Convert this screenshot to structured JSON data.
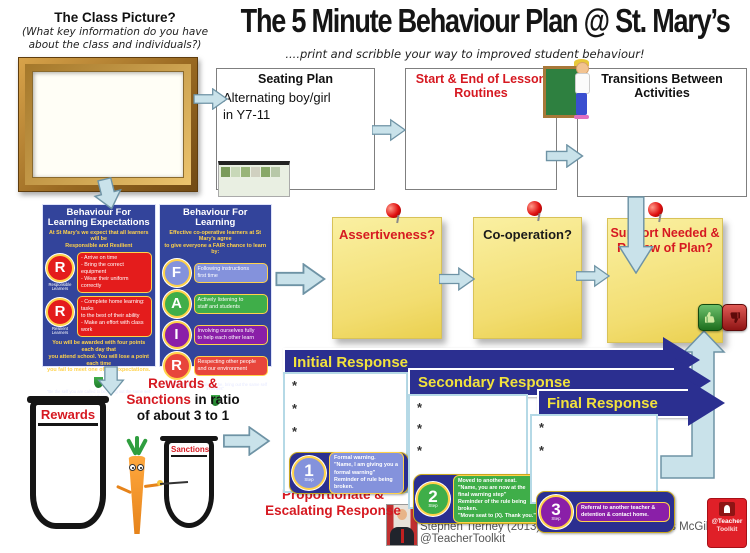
{
  "colors": {
    "accent_red": "#d61921",
    "banner_blue": "#2b2f90",
    "poster_blue": "#33449b",
    "arrow_blue": "#c9e2ea",
    "sticky_yellow": "#f2dd70",
    "step1_periwinkle": "#8492dc",
    "step2_green": "#3fae49",
    "step3_purple": "#8a1fa8"
  },
  "header": {
    "title": "The 5 Minute Behaviour Plan @ St. Mary’s",
    "subtitle": "....print and scribble your way to improved student behaviour!"
  },
  "class_picture": {
    "heading": "The Class Picture?",
    "subheading": "(What key information do you have\nabout the class and individuals?)"
  },
  "flow": {
    "seating_plan": {
      "title": "Seating Plan",
      "note": "Alternating boy/girl\nin Y7-11"
    },
    "start_end": {
      "title": "Start & End of Lesson\nRoutines"
    },
    "transitions": {
      "title": "Transitions Between\nActivities"
    }
  },
  "bfl": {
    "left": {
      "title": "Behaviour For\nLearning Expectations",
      "intro": "At St Mary's we expect that all learners will be\nResponsible and Resilient",
      "rows": [
        {
          "letter": "R",
          "label": "Responsible\nLearners",
          "text": "- Arrive on time\n- Bring the correct equipment\n- Wear their uniform correctly"
        },
        {
          "letter": "R",
          "label": "Resilient\nLearners",
          "text": "- Complete home learning: tasks\n  to the best of their ability\n- Make an effort with class work"
        }
      ],
      "points_note": "You will be awarded with four points each day that\nyou attend school. You will lose a point each time\nyou fail to meet one of our expectations.",
      "small_print": "\"Be the self you are called to be, bring out the same self in others\""
    },
    "right": {
      "title": "Behaviour For Learning",
      "intro": "Effective co-operative learners at St Mary's agree\nto give everyone a FAIR chance to learn by:",
      "rows": [
        {
          "letter": "F",
          "text": "Following instructions\nfirst time"
        },
        {
          "letter": "A",
          "text": "Actively listening to\nstaff and students"
        },
        {
          "letter": "I",
          "text": "Involving ourselves fully\nto help each other learn"
        },
        {
          "letter": "R",
          "text": "Respecting other people\nand our environment"
        }
      ],
      "small_print": "\"Be the self you are called to be, bring out the same self in others\""
    }
  },
  "stickies": [
    {
      "label": "Assertiveness?"
    },
    {
      "label": "Co-operation?"
    },
    {
      "label": "Support Needed &\nReview of Plan?"
    }
  ],
  "rewards": {
    "line1_red": "Rewards &",
    "line2_red": "Sanctions",
    "line2_black": " in ratio",
    "line3_black": "of about 3 to 1",
    "jar_large_label": "Rewards",
    "jar_small_label": "Sanctions"
  },
  "responses": {
    "banner1": "Initial Response",
    "banner2": "Secondary Response",
    "banner3": "Final Response",
    "bullet": "*",
    "steps": [
      {
        "num": "1",
        "label": "Step",
        "text": "Formal warning.\n\"Name, I am giving you a formal warning\"\nReminder of rule being broken."
      },
      {
        "num": "2",
        "label": "Step",
        "text": "Moved to another seat.\n\"Name, you are now at the final warning step\"\nReminder of the rule being broken.\n\"Move seat to (X). Thank you.\""
      },
      {
        "num": "3",
        "label": "Step",
        "text": "Referral to another teacher &\ndetention & contact home."
      }
    ],
    "escalation": "Proportionate &\nEscalating Response"
  },
  "footer": {
    "credit": "Stephen Tierney (2013) @LeadingLearner & Ross McGill @TeacherToolkit",
    "logo": {
      "line1": "@Teacher",
      "line2": "Toolkit"
    }
  }
}
